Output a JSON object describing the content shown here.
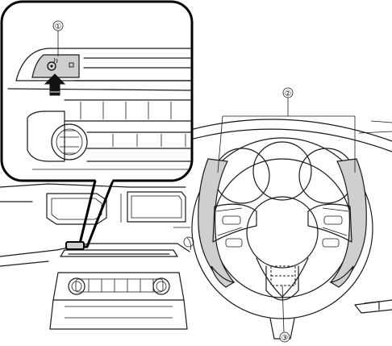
{
  "callouts": [
    {
      "id": "1",
      "label": "①"
    },
    {
      "id": "2",
      "label": "②"
    },
    {
      "id": "3",
      "label": "③"
    }
  ],
  "colors": {
    "line": "#1a1a1a",
    "highlight_fill": "#cfcfcf",
    "background": "#ffffff"
  },
  "icons": [
    "heated-steering-switch-icon",
    "press-arrow-icon"
  ]
}
